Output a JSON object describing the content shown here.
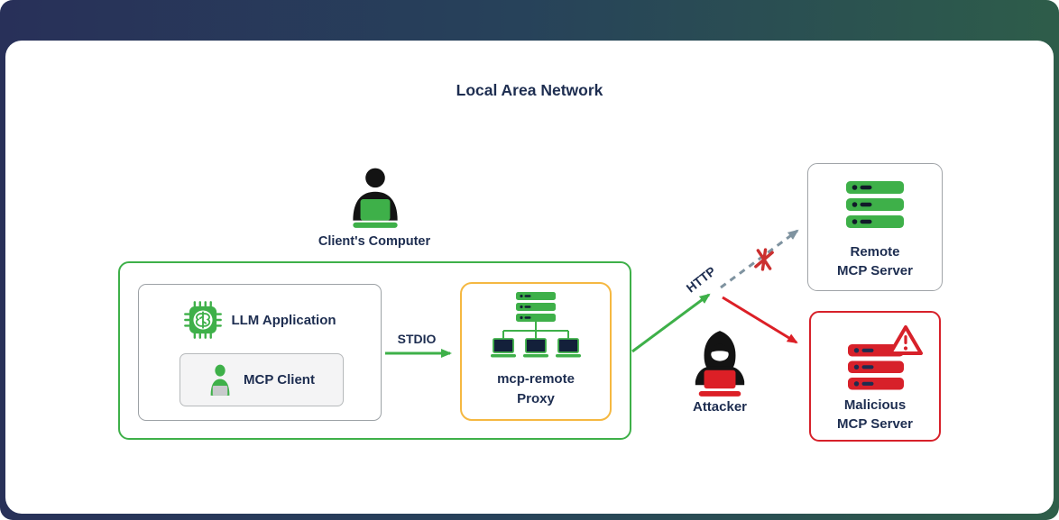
{
  "title": "Local Area Network",
  "nodes": {
    "clients_computer": {
      "label": "Client's Computer"
    },
    "llm_application": {
      "label": "LLM Application"
    },
    "mcp_client": {
      "label": "MCP Client"
    },
    "mcp_remote_proxy": {
      "line1": "mcp-remote",
      "line2": "Proxy"
    },
    "attacker": {
      "label": "Attacker"
    },
    "remote_mcp_server": {
      "line1": "Remote",
      "line2": "MCP Server"
    },
    "malicious_mcp_server": {
      "line1": "Malicious",
      "line2": "MCP Server"
    }
  },
  "edges": {
    "stdio": {
      "label": "STDIO"
    },
    "http": {
      "label": "HTTP"
    }
  },
  "icons": {
    "clients_computer": "person-at-laptop-icon",
    "llm_application": "chip-brain-icon",
    "mcp_client": "person-icon",
    "mcp_remote_proxy": "server-network-icon",
    "attacker": "hacker-hoodie-icon",
    "remote_mcp_server": "server-stack-icon",
    "malicious_mcp_server": "server-stack-warning-icon",
    "blocked_marker": "red-asterisk-icon",
    "warning": "warning-triangle-icon"
  },
  "colors": {
    "green": "#3eb049",
    "yellow": "#f5b841",
    "red": "#d7212a",
    "navy_text": "#1d2d50",
    "gray_border": "#9da2a6",
    "dashed_line": "#7f93a0",
    "bg_gradient_left": "#283059",
    "bg_gradient_right": "#2e5e49"
  }
}
